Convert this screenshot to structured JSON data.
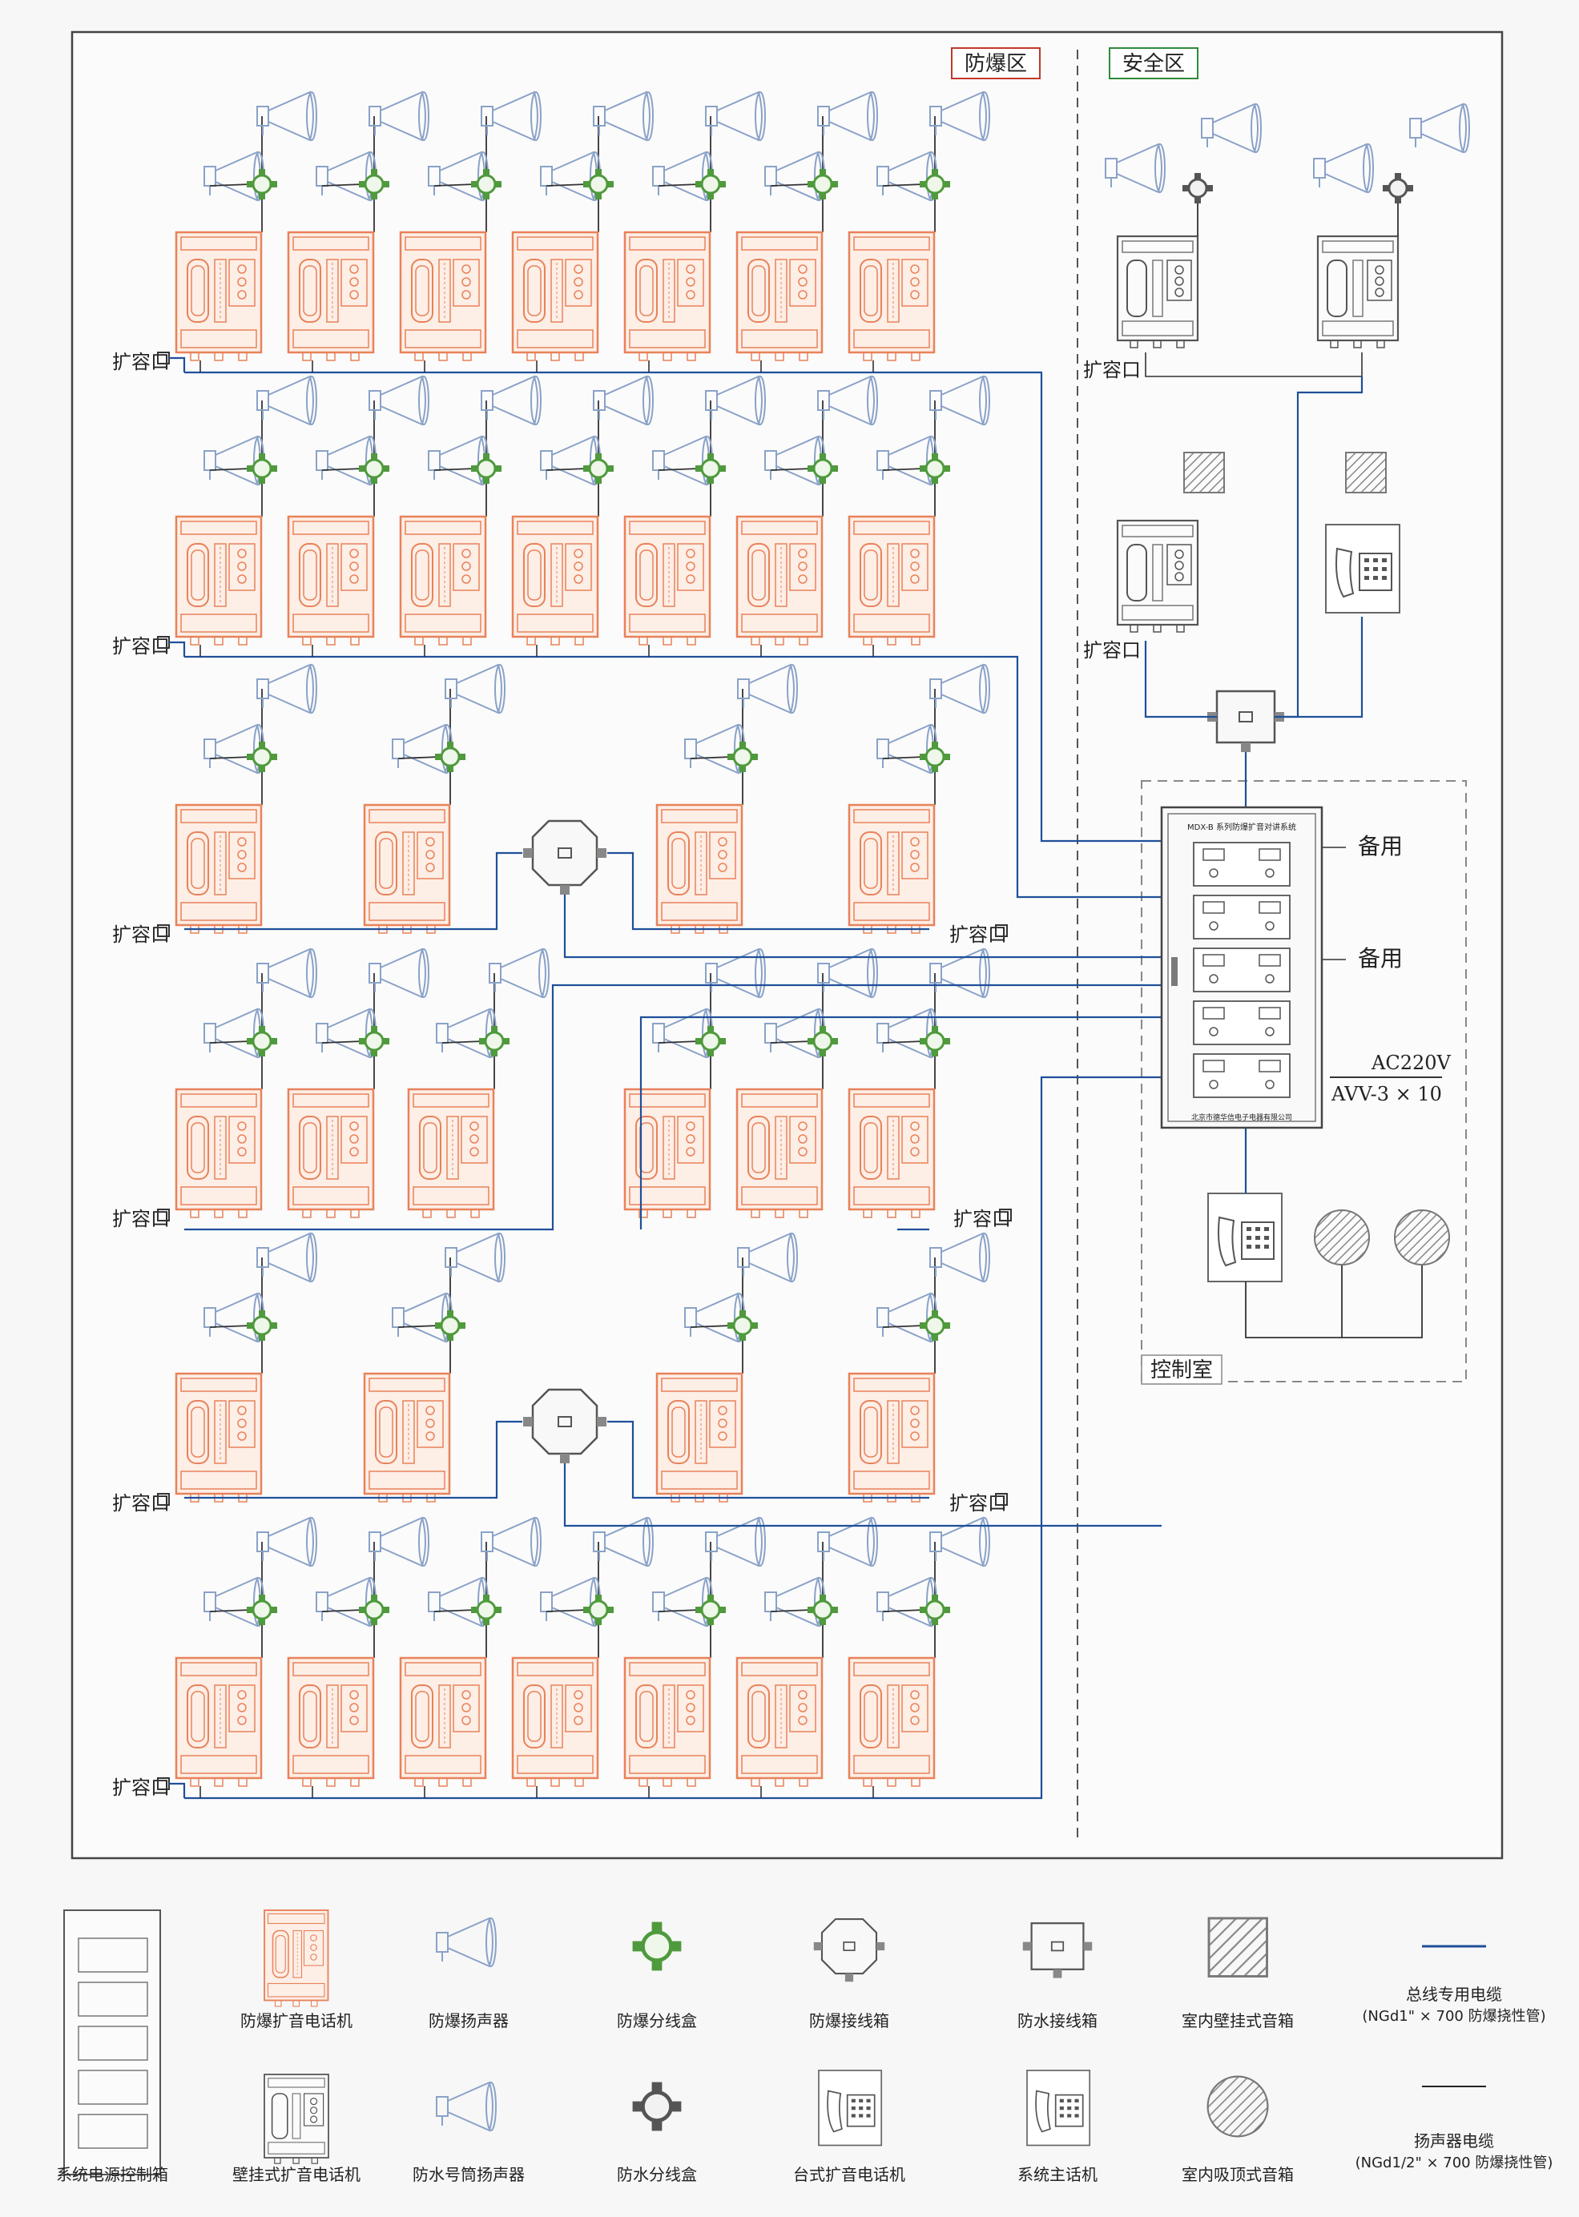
{
  "zones": {
    "explosion_proof": "防爆区",
    "safe": "安全区",
    "control_room": "控制室"
  },
  "expansion_port": "扩容口",
  "spare": "备用",
  "power": {
    "ac": "AC220V",
    "cable": "AVV-3 × 10"
  },
  "main_cabinet": {
    "title": "MDX-B 系列防爆扩音对讲系统",
    "maker": "北京市德华信电子电器有限公司"
  },
  "legend": [
    {
      "label": "防爆扩音电话机",
      "icon": "ex-phone-icon"
    },
    {
      "label": "防爆扬声器",
      "icon": "ex-speaker-icon"
    },
    {
      "label": "防爆分线盒",
      "icon": "ex-junction-icon"
    },
    {
      "label": "防爆接线箱",
      "icon": "ex-terminal-box-icon"
    },
    {
      "label": "防水接线箱",
      "icon": "waterproof-terminal-box-icon"
    },
    {
      "label": "室内壁挂式音箱",
      "icon": "wall-speaker-icon"
    },
    {
      "label": "总线专用电缆",
      "sub": "(NGd1\" × 700 防爆挠性管)",
      "icon": "bus-cable-icon"
    },
    {
      "label": "系统电源控制箱",
      "icon": "power-cabinet-icon"
    },
    {
      "label": "壁挂式扩音电话机",
      "icon": "wall-phone-icon"
    },
    {
      "label": "防水号筒扬声器",
      "icon": "horn-speaker-icon"
    },
    {
      "label": "防水分线盒",
      "icon": "waterproof-junction-icon"
    },
    {
      "label": "台式扩音电话机",
      "icon": "desk-phone-icon"
    },
    {
      "label": "系统主话机",
      "icon": "master-phone-icon"
    },
    {
      "label": "室内吸顶式音箱",
      "icon": "ceiling-speaker-icon"
    },
    {
      "label": "扬声器电缆",
      "sub": "(NGd1/2\" × 700 防爆挠性管)",
      "icon": "speaker-cable-icon"
    }
  ],
  "colors": {
    "bus_cable": "#1f4f9a",
    "speaker_cable": "#222222",
    "ex_device": "#e8825a",
    "junction": "#4f9a3c",
    "zone_ex": "#c0392b",
    "zone_safe": "#2e8b3a"
  }
}
